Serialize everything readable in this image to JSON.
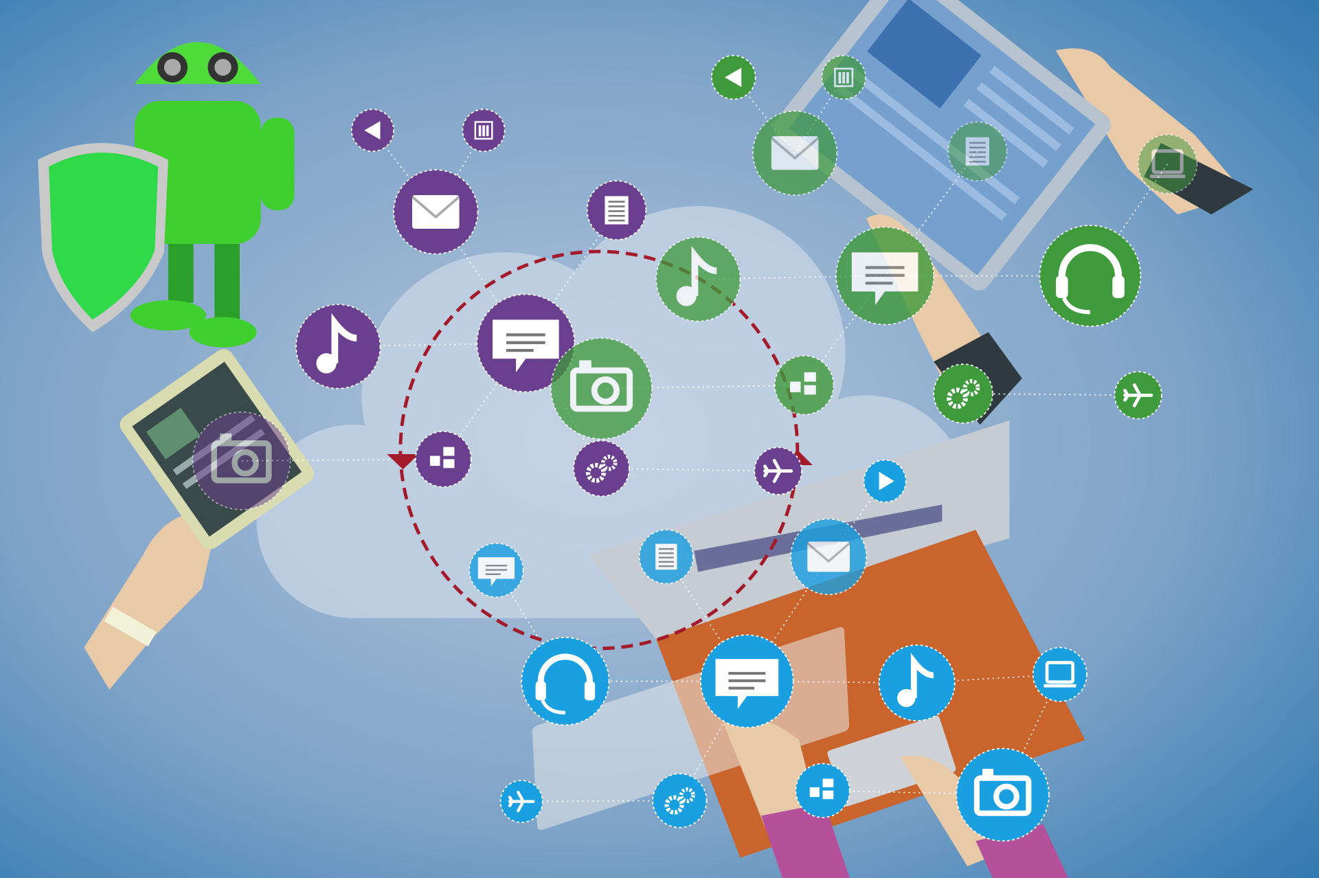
{
  "colors": {
    "background_center": "#b3c6dc",
    "background_edge": "#2f78b0",
    "cloud": "#c9d6e6",
    "cycle_ring": "#a31b2b",
    "purple": "#6b3f8f",
    "green": "#3f9a3c",
    "blue": "#1a9fe0",
    "robot_green": "#3fcf2f",
    "laptop_orange": "#c8642c"
  },
  "node_groups": {
    "purple": [
      "back",
      "chart",
      "mail",
      "document",
      "music",
      "chat",
      "camera",
      "apps",
      "gears",
      "plane"
    ],
    "green": [
      "back",
      "chart",
      "mail",
      "document",
      "music",
      "chat",
      "headset",
      "camera",
      "apps",
      "gears",
      "plane",
      "monitor"
    ],
    "blue": [
      "play",
      "document",
      "mail",
      "chat",
      "headset",
      "chat",
      "music",
      "monitor",
      "plane",
      "gears",
      "apps",
      "camera"
    ]
  }
}
